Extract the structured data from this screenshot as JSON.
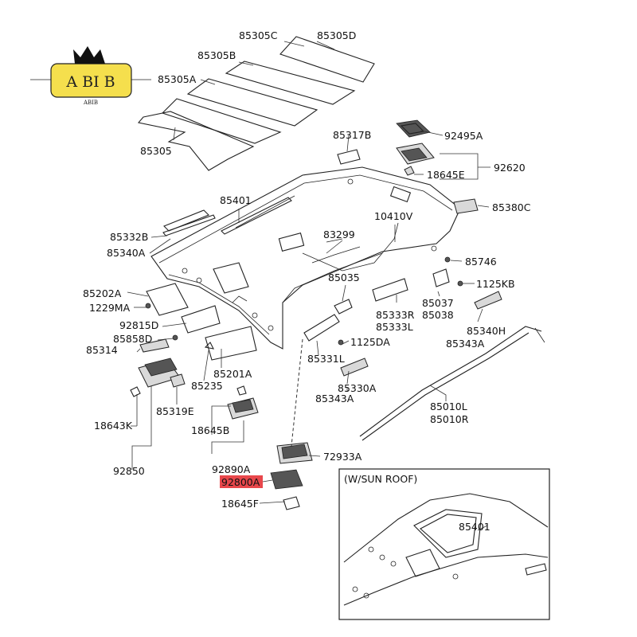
{
  "logo": {
    "text": "A BI  B",
    "subtext": "ABIB"
  },
  "parts": {
    "p85305c": "85305C",
    "p85305d": "85305D",
    "p85305b": "85305B",
    "p85305a": "85305A",
    "p85305": "85305",
    "p85317b": "85317B",
    "p92495a": "92495A",
    "p92620": "92620",
    "p18645e": "18645E",
    "p85401": "85401",
    "p85380c": "85380C",
    "p10410v": "10410V",
    "p85332b": "85332B",
    "p85340a": "85340A",
    "p83299": "83299",
    "p85746": "85746",
    "p85202a": "85202A",
    "p1229ma": "1229MA",
    "p85035": "85035",
    "p1125kb": "1125KB",
    "p85037": "85037",
    "p85038": "85038",
    "p85333r": "85333R",
    "p85333l": "85333L",
    "p85340h": "85340H",
    "p85343a_r": "85343A",
    "p92815d": "92815D",
    "p85858d": "85858D",
    "p1125da": "1125DA",
    "p85314": "85314",
    "p85331l": "85331L",
    "p85201a": "85201A",
    "p85330a": "85330A",
    "p85343a_c": "85343A",
    "p85235": "85235",
    "p85319e": "85319E",
    "p85010l": "85010L",
    "p85010r": "85010R",
    "p18643k": "18643K",
    "p18645b": "18645B",
    "p92850": "92850",
    "p72933a": "72933A",
    "p92890a": "92890A",
    "p92800a": "92800A",
    "p18645f": "18645F",
    "p85401_inset": "85401"
  },
  "inset": {
    "title": "(W/SUN ROOF)"
  },
  "highlight_color": "#e8474b",
  "logo_color": "#f5df4d"
}
